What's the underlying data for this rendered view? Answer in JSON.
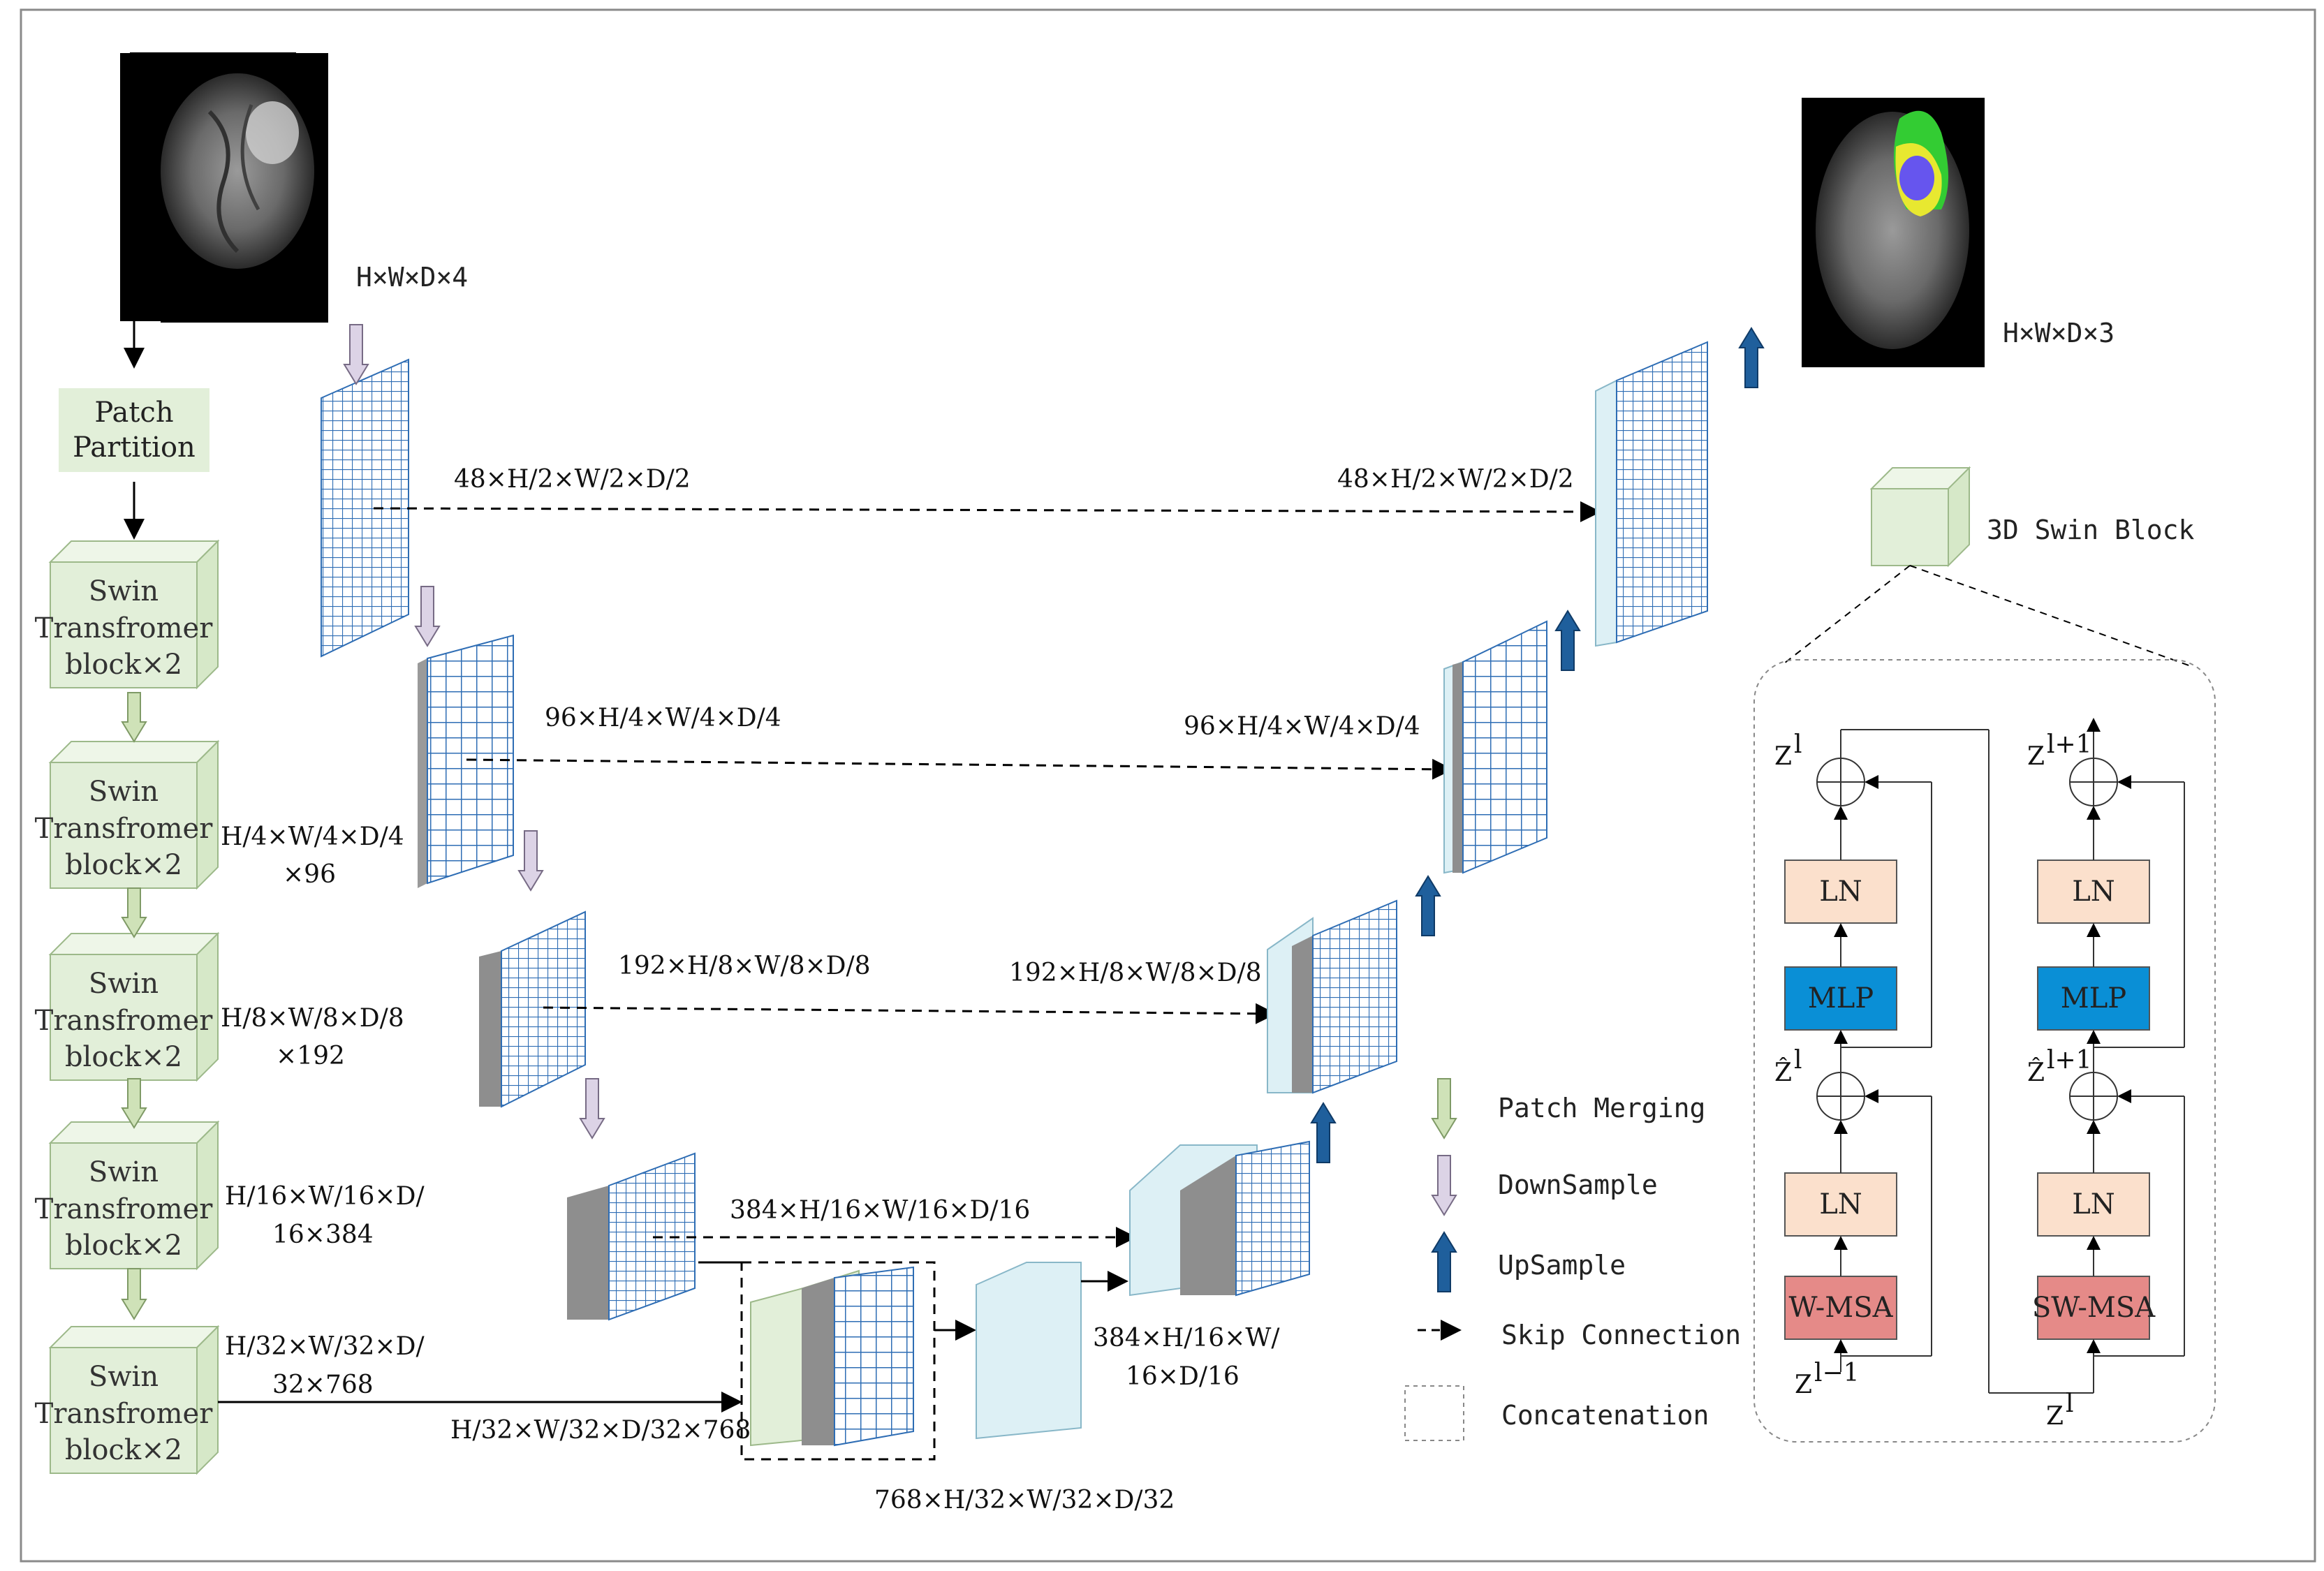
{
  "encoder_blocks": [
    {
      "line1": "Swin",
      "line2": "Transfromer",
      "line3": "block×2"
    },
    {
      "line1": "Swin",
      "line2": "Transfromer",
      "line3": "block×2"
    },
    {
      "line1": "Swin",
      "line2": "Transfromer",
      "line3": "block×2"
    },
    {
      "line1": "Swin",
      "line2": "Transfromer",
      "line3": "block×2"
    },
    {
      "line1": "Swin",
      "line2": "Transfromer",
      "line3": "block×2"
    }
  ],
  "patch_partition": {
    "line1": "Patch",
    "line2": "Partition"
  },
  "input_dim": "H×W×D×4",
  "output_dim": "H×W×D×3",
  "encoder_dims": [
    {
      "line1": "H/4×W/4×D/4",
      "line2": "×96"
    },
    {
      "line1": "H/8×W/8×D/8",
      "line2": "×192"
    },
    {
      "line1": "H/16×W/16×D/",
      "line2": "16×384"
    },
    {
      "line1": "H/32×W/32×D/",
      "line2": "32×768"
    }
  ],
  "bottleneck_label": "H/32×W/32×D/32×768",
  "concat_label": "768×H/32×W/32×D/32",
  "skip_labels_left": [
    "48×H/2×W/2×D/2",
    "96×H/4×W/4×D/4",
    "192×H/8×W/8×D/8",
    "384×H/16×W/16×D/16"
  ],
  "skip_labels_right": [
    "48×H/2×W/2×D/2",
    "96×H/4×W/4×D/4",
    "192×H/8×W/8×D/8"
  ],
  "decoder_bottom_label": {
    "line1": "384×H/16×W/",
    "line2": "16×D/16"
  },
  "legend": {
    "patch_merging": "Patch Merging",
    "downsample": "DownSample",
    "upsample": "UpSample",
    "skip": "Skip Connection",
    "concat": "Concatenation"
  },
  "swin_block": {
    "title": "3D Swin Block",
    "left": {
      "ln_top": "LN",
      "mlp": "MLP",
      "ln_bottom": "LN",
      "msa": "W-MSA"
    },
    "right": {
      "ln_top": "LN",
      "mlp": "MLP",
      "ln_bottom": "LN",
      "msa": "SW-MSA"
    },
    "z_l": "Z",
    "z_l_sup": "l",
    "zhat_l": "Ẑ",
    "zhat_l_sup": "l",
    "z_l1": "Z",
    "z_l1_sup": "l+1",
    "zhat_l1": "Ẑ",
    "zhat_l1_sup": "l+1",
    "z_lm1": "Z",
    "z_lm1_sup": "l−1",
    "z_bottom": "Z",
    "z_bottom_sup": "l"
  },
  "colors": {
    "block_fill": "#e2efd9",
    "grid_line": "#2e6db4",
    "ln_fill": "#fbe0cc",
    "mlp_fill": "#0a8fd6",
    "msa_fill": "#e58a88",
    "decoder_fill": "#ddf0f5",
    "upsample_arrow": "#1f5f9c",
    "down_arrow": "#dcd3e6",
    "merge_arrow": "#cfe2b8"
  }
}
